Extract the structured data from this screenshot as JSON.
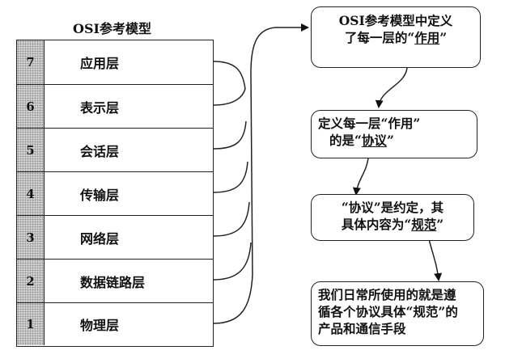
{
  "title": "OSI参考模型",
  "layers": [
    {
      "num": "7",
      "name": "应用层"
    },
    {
      "num": "6",
      "name": "表示层"
    },
    {
      "num": "5",
      "name": "会话层"
    },
    {
      "num": "4",
      "name": "传输层"
    },
    {
      "num": "3",
      "name": "网络层"
    },
    {
      "num": "2",
      "name": "数据链路层"
    },
    {
      "num": "1",
      "name": "物理层"
    }
  ],
  "boxes": {
    "b1": {
      "line1": "OSI参考模型中定义",
      "line2_pre": "了每一层的“",
      "line2_em": "作用",
      "line2_post": "”"
    },
    "b2": {
      "line1": "定义每一层“作用”",
      "line2_pre": "的是“",
      "line2_em": "协议",
      "line2_post": "”"
    },
    "b3": {
      "line1": "“协议”是约定，其",
      "line2_pre": "具体内容为“",
      "line2_em": "规范",
      "line2_post": "”"
    },
    "b4": {
      "line1": "我们日常所使用的就是遵",
      "line2": "循各个协议具体“规范”的",
      "line3": "产品和通信手段"
    }
  }
}
